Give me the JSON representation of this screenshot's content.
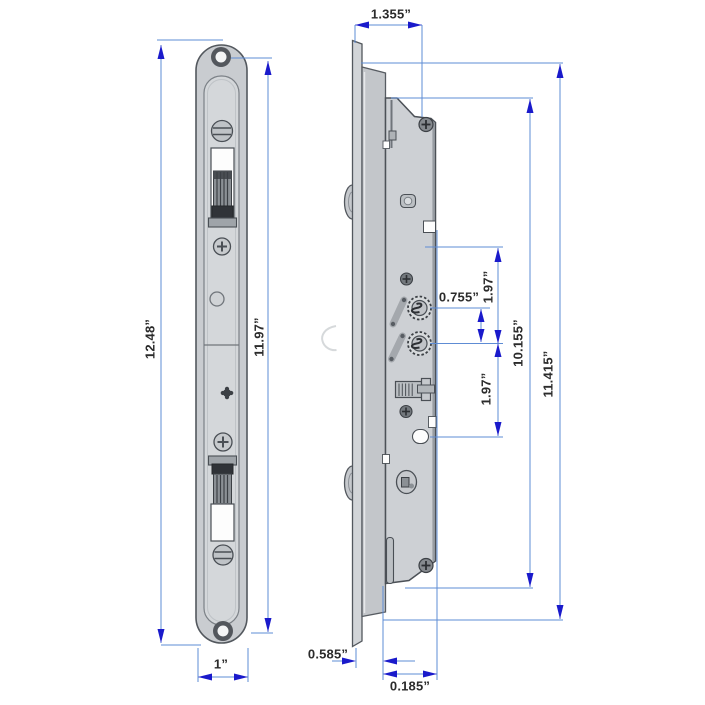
{
  "diagram": {
    "type": "technical-drawing",
    "subject": "multipoint mortise lock, front and side views",
    "units": "inches"
  },
  "dims": {
    "overall_height": "12.48”",
    "hole_span": "11.97”",
    "faceplate_width": "1”",
    "case_depth": "1.355”",
    "hub_spacing": "0.755”",
    "upper_pitch": "1.97”",
    "lower_pitch": "1.97”",
    "case_height": "10.155”",
    "backplate_height": "11.415”",
    "face_offset": "0.585”",
    "edge_offset": "0.185”"
  },
  "colors": {
    "dimension_line": "#5e8cd4",
    "arrowhead": "#1a1acb",
    "label_text": "#2b2b2b",
    "metal_light": "#cdd0d4",
    "metal_edge": "#4c5157"
  }
}
